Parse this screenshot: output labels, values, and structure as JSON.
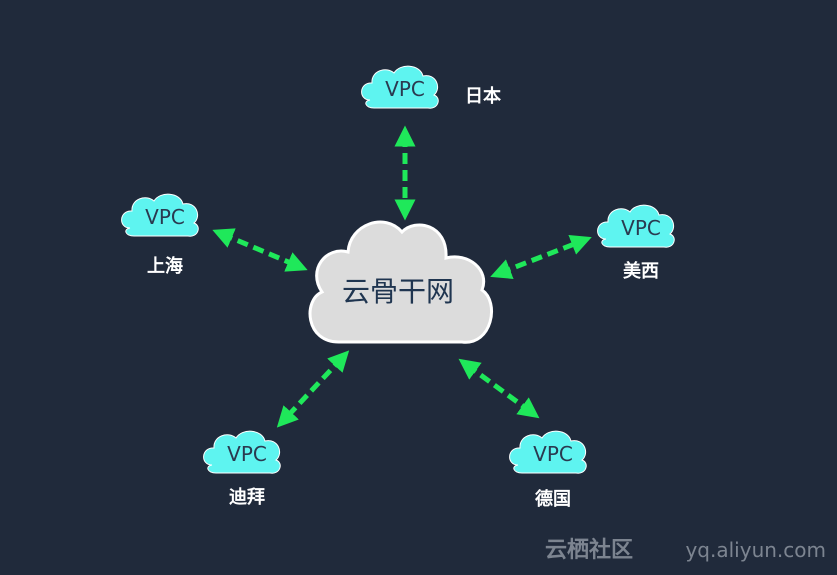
{
  "hub": {
    "label": "云骨干网",
    "fill": "#dcdcdc",
    "text_color": "#1f3550"
  },
  "vpc_fill": "#5ef4f0",
  "vpc_text_color": "#2a3a50",
  "arrow_color": "#1fe85a",
  "nodes": [
    {
      "vpc": "VPC",
      "region": "日本"
    },
    {
      "vpc": "VPC",
      "region": "上海"
    },
    {
      "vpc": "VPC",
      "region": "美西"
    },
    {
      "vpc": "VPC",
      "region": "迪拜"
    },
    {
      "vpc": "VPC",
      "region": "德国"
    }
  ],
  "watermark": {
    "brand": "云栖社区",
    "site": "yq.aliyun.com"
  }
}
